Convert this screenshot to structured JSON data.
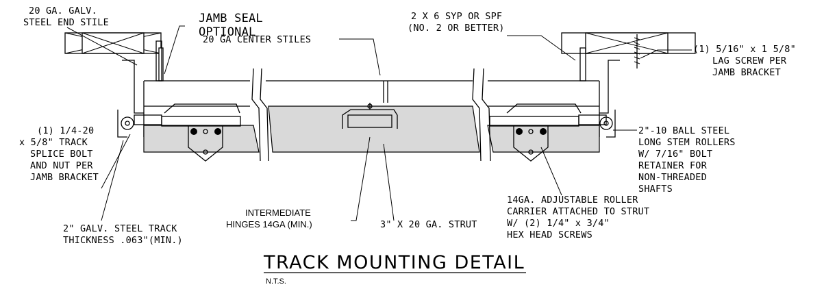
{
  "labels": {
    "end_stile": [
      "20 GA. GALV.",
      "STEEL END STILE"
    ],
    "jamb_seal": [
      "JAMB SEAL",
      "OPTIONAL"
    ],
    "center_stiles": "20 GA CENTER STILES",
    "lumber": [
      "2 X 6 SYP OR SPF",
      "(NO. 2 OR BETTER)"
    ],
    "lag_screw": [
      "(1) 5/16\" x 1 5/8\"",
      "LAG SCREW PER",
      "JAMB BRACKET"
    ],
    "splice_bolt": [
      "(1) 1/4-20",
      "x 5/8\" TRACK",
      "SPLICE BOLT",
      "AND NUT PER",
      "JAMB BRACKET"
    ],
    "rollers": [
      "2\"-10 BALL STEEL",
      "LONG STEM ROLLERS",
      "W/ 7/16\" BOLT",
      "RETAINER FOR",
      "NON-THREADED",
      "SHAFTS"
    ],
    "track": [
      "2\" GALV. STEEL TRACK",
      "THICKNESS .063\"(MIN.)"
    ],
    "hinges": [
      "INTERMEDIATE",
      "HINGES 14GA (MIN.)"
    ],
    "strut": "3\" X 20 GA. STRUT",
    "roller_carrier": [
      "14GA. ADJUSTABLE ROLLER",
      "CARRIER ATTACHED TO STRUT",
      "W/ (2) 1/4\" x 3/4\"",
      "HEX HEAD SCREWS"
    ]
  },
  "title": "TRACK MOUNTING DETAIL",
  "scale_note": "N.T.S."
}
